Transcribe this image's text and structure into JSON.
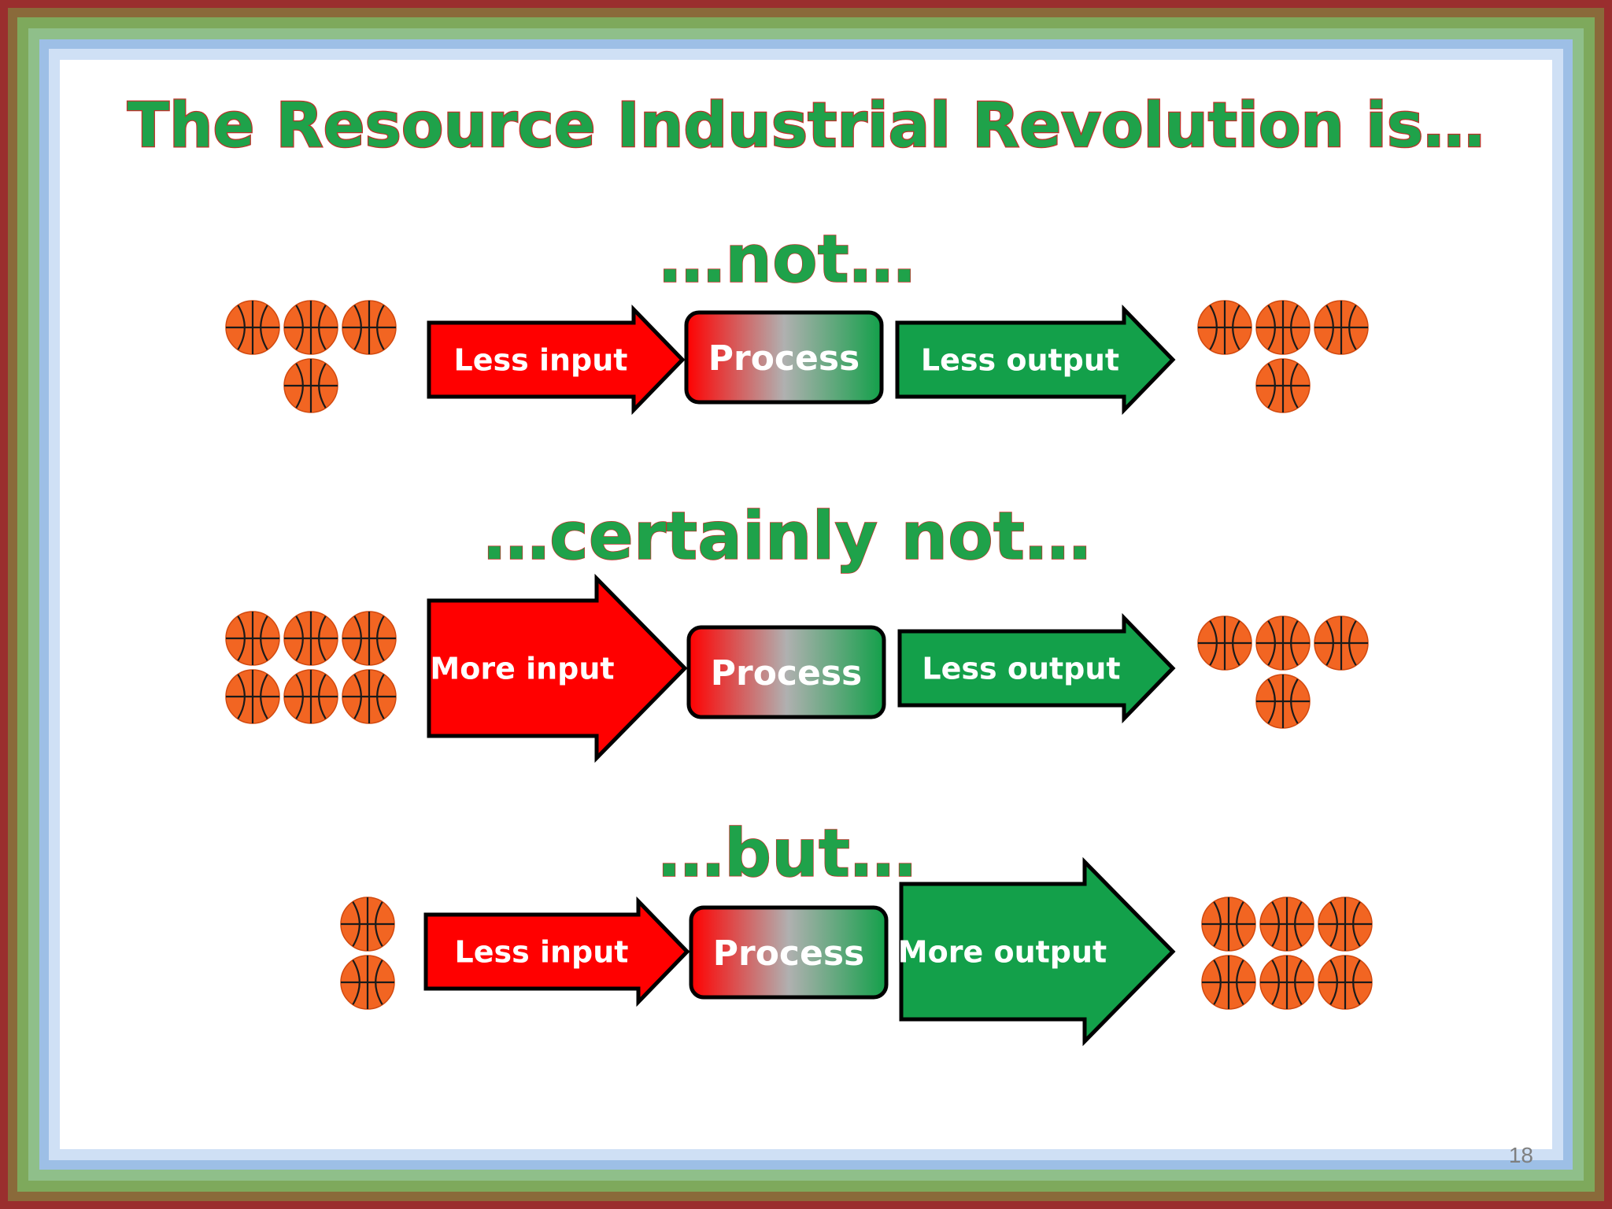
{
  "slide": {
    "title": "The Resource Industrial Revolution is…",
    "page_number": "18",
    "colors": {
      "green": "#1fa24a",
      "red": "#ff0000",
      "basketball": "#f26522",
      "border_outer": "#9c2b2b",
      "border_mid": "#7fb06a",
      "border_inner": "#a9c8ee"
    }
  },
  "rows": [
    {
      "heading": "…not…",
      "input_label": "Less input",
      "process_label": "Process",
      "output_label": "Less output",
      "input_balls": 4,
      "output_balls": 4
    },
    {
      "heading": "…certainly not…",
      "input_label": "More input",
      "process_label": "Process",
      "output_label": "Less output",
      "input_balls": 6,
      "output_balls": 4
    },
    {
      "heading": "…but…",
      "input_label": "Less input",
      "process_label": "Process",
      "output_label": "More output",
      "input_balls": 2,
      "output_balls": 6
    }
  ]
}
